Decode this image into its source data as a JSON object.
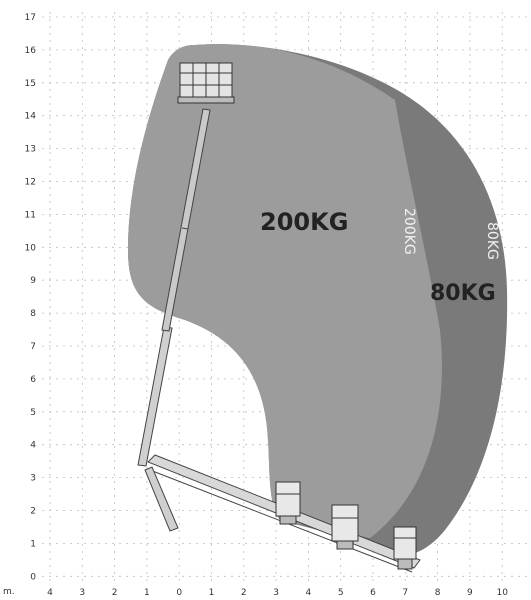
{
  "colors": {
    "zone_200kg": "#9c9c9c",
    "zone_80kg": "#7a7a7a",
    "grid": "#bdbdbd",
    "boom": "#8a8a8a",
    "boom_outline": "#444444",
    "label": "#222222"
  },
  "diagram": {
    "unit_label": "m.",
    "y_ticks": [
      "17",
      "16",
      "15",
      "14",
      "13",
      "12",
      "11",
      "10",
      "9",
      "8",
      "7",
      "6",
      "5",
      "4",
      "3",
      "2",
      "1",
      "0",
      "1"
    ],
    "x_ticks": [
      "4",
      "3",
      "2",
      "1",
      "0",
      "1",
      "2",
      "3",
      "4",
      "5",
      "6",
      "7",
      "8",
      "9",
      "10"
    ],
    "zone_200kg_label": "200KG",
    "zone_80kg_label": "80KG",
    "zone_200kg_edge_label": "200KG",
    "zone_80kg_edge_label": "80KG"
  }
}
